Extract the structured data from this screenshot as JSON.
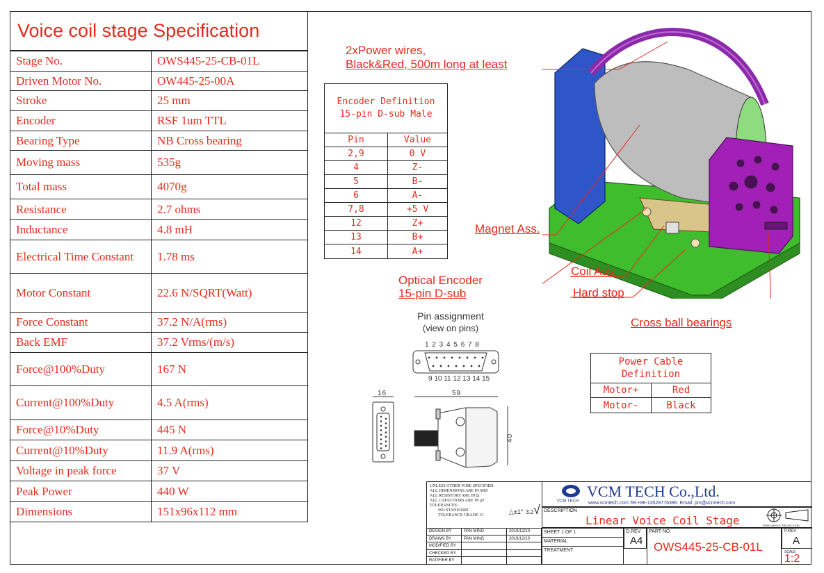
{
  "spec": {
    "title": "Voice coil stage Specification",
    "rows": [
      {
        "key": "Stage No.",
        "value": "OWS445-25-CB-01L"
      },
      {
        "key": "Driven Motor No.",
        "value": "OW445-25-00A"
      },
      {
        "key": "Stroke",
        "value": "25 mm"
      },
      {
        "key": "Encoder",
        "value": "RSF 1um TTL"
      },
      {
        "key": "Bearing Type",
        "value": "NB Cross bearing"
      },
      {
        "key": "Moving mass",
        "value": "535g"
      },
      {
        "key": "Total mass",
        "value": "4070g"
      },
      {
        "key": "Resistance",
        "value": "2.7 ohms"
      },
      {
        "key": "Inductance",
        "value": "4.8 mH"
      },
      {
        "key": "Electrical Time Constant",
        "value": "1.78 ms"
      },
      {
        "key": "Motor Constant",
        "value": "22.6 N/SQRT(Watt)"
      },
      {
        "key": "Force Constant",
        "value": "37.2 N/A(rms)"
      },
      {
        "key": "Back EMF",
        "value": "37.2 Vrms/(m/s)"
      },
      {
        "key": "Force@100%Duty",
        "value": "167 N"
      },
      {
        "key": "Current@100%Duty",
        "value": "4.5 A(rms)"
      },
      {
        "key": "Force@10%Duty",
        "value": "445 N"
      },
      {
        "key": "Current@10%Duty",
        "value": "11.9 A(rms)"
      },
      {
        "key": "Voltage in peak force",
        "value": "37 V"
      },
      {
        "key": "Peak Power",
        "value": "440 W"
      },
      {
        "key": "Dimensions",
        "value": "151x96x112 mm"
      }
    ]
  },
  "encoder_table": {
    "title_line1": "Encoder Definition",
    "title_line2": "15-pin D-sub Male",
    "col_pin": "Pin",
    "col_value": "Value",
    "rows": [
      {
        "pin": "2,9",
        "value": "0 V"
      },
      {
        "pin": "4",
        "value": "Z-"
      },
      {
        "pin": "5",
        "value": "B-"
      },
      {
        "pin": "6",
        "value": "A-"
      },
      {
        "pin": "7,8",
        "value": "+5 V"
      },
      {
        "pin": "12",
        "value": "Z+"
      },
      {
        "pin": "13",
        "value": "B+"
      },
      {
        "pin": "14",
        "value": "A+"
      }
    ]
  },
  "power_table": {
    "title_line1": "Power Cable",
    "title_line2": "Definition",
    "rows": [
      {
        "name": "Motor+",
        "color": "Red"
      },
      {
        "name": "Motor-",
        "color": "Black"
      }
    ]
  },
  "callouts": {
    "power_wires_1": "2xPower wires,",
    "power_wires_2": "Black&Red, 500m long at least",
    "magnet": "Magnet Ass.",
    "coil": "Coil Ass.",
    "hard_stop": "Hard stop",
    "optical_encoder_1": "Optical Encoder",
    "optical_encoder_2": "15-pin D-sub",
    "cross_ball": "Cross ball bearings"
  },
  "pin_assignment": {
    "title": "Pin assignment",
    "subtitle": "(view on pins)",
    "top_pins": "1 2 3 4 5 6 7 8",
    "bottom_pins": "9 10 11 12 13 14 15",
    "dim_16": "16",
    "dim_59": "59",
    "dim_40": "40"
  },
  "title_block": {
    "notes": [
      "UNLESS OTHER WISE SPECIFIED:",
      "ALL DIMENSIONS ARE IN   MM",
      "ALL RESISTORS ARE IN   Ω",
      "ALL CAPACITORS ARE IN   μF",
      "TOLERANCES:",
      "ISO STANDARD",
      "TOLERANCE GRADE 13"
    ],
    "tol": "±1°",
    "rough": "3.2",
    "company": "VCM TECH Co.,Ltd.",
    "logo_small": "VCM TECH",
    "web": "www.vcmtech.com Tel:+86-13528776396. Email: pm@vcmtech.com",
    "description_label": "DESCRIPTION",
    "description": "Linear Voice Coil Stage",
    "projection": "THIRD ANGLE PROJECTION",
    "design_by": "DESIGN BY",
    "drawn_by": "DRAWN BY",
    "modified_by": "MODIFIED BY",
    "checked_by": "CHECKED BY",
    "ratifier_by": "RATIFIER BY",
    "designer": "PAN MING",
    "drawer": "PAN MING",
    "design_date": "2019/12/10",
    "drawn_date": "2019/12/10",
    "sheet": "SHEET  1   OF   1",
    "material": "MATERIAL",
    "treatment": "TREATMENT",
    "d_rev_label": "D.REV",
    "d_rev": "A4",
    "part_no_label": "PART NO.",
    "part_no": "OWS445-25-CB-01L",
    "p_rev_label": "P.REV",
    "p_rev": "A",
    "scale_label": "SCALE",
    "scale": "1:2"
  },
  "colors": {
    "text_red": "#e8291c",
    "purple": "#a21fb8",
    "blue": "#2f56c9",
    "green": "#3fbd2c",
    "gray": "#b8b8b8",
    "logo_blue": "#1f3b8f"
  }
}
